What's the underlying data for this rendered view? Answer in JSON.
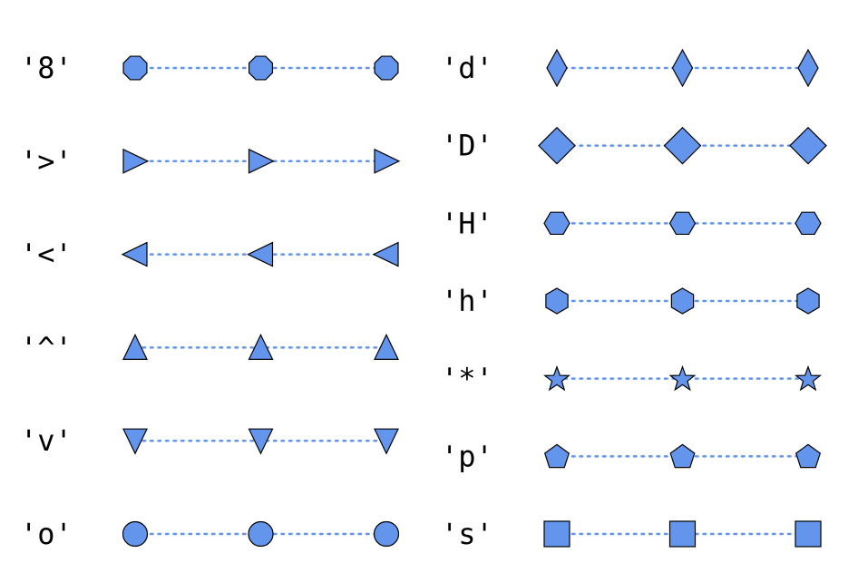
{
  "chart_data": {
    "type": "line",
    "line_style": "dotted",
    "line_color": "#6495ed",
    "marker_face_color": "#6495ed",
    "marker_edge_color": "#000000",
    "points_per_line": [
      0,
      1,
      2
    ],
    "columns": [
      {
        "rows": [
          {
            "label": "'8'",
            "marker": "octagon"
          },
          {
            "label": "'>'",
            "marker": "triangle-right"
          },
          {
            "label": "'<'",
            "marker": "triangle-left"
          },
          {
            "label": "'^'",
            "marker": "triangle-up"
          },
          {
            "label": "'v'",
            "marker": "triangle-down"
          },
          {
            "label": "'o'",
            "marker": "circle"
          }
        ]
      },
      {
        "rows": [
          {
            "label": "'d'",
            "marker": "thin-diamond"
          },
          {
            "label": "'D'",
            "marker": "diamond"
          },
          {
            "label": "'H'",
            "marker": "hexagon-flat"
          },
          {
            "label": "'h'",
            "marker": "hexagon-pointy"
          },
          {
            "label": "'*'",
            "marker": "star"
          },
          {
            "label": "'p'",
            "marker": "pentagon"
          },
          {
            "label": "'s'",
            "marker": "square"
          }
        ]
      }
    ]
  }
}
